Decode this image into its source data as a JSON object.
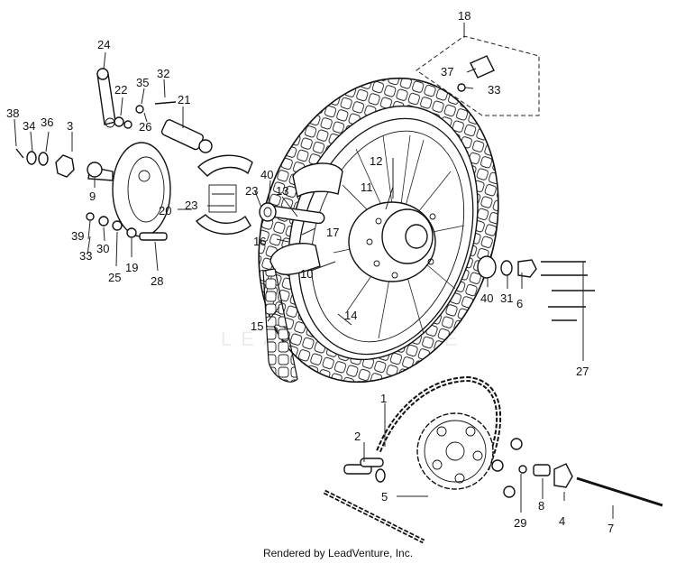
{
  "callouts": [
    {
      "id": "c1",
      "text": "1"
    },
    {
      "id": "c2",
      "text": "2"
    },
    {
      "id": "c3",
      "text": "3"
    },
    {
      "id": "c4",
      "text": "4"
    },
    {
      "id": "c5",
      "text": "5"
    },
    {
      "id": "c6",
      "text": "6"
    },
    {
      "id": "c7",
      "text": "7"
    },
    {
      "id": "c8",
      "text": "8"
    },
    {
      "id": "c9",
      "text": "9"
    },
    {
      "id": "c10",
      "text": "10"
    },
    {
      "id": "c11",
      "text": "11"
    },
    {
      "id": "c12",
      "text": "12"
    },
    {
      "id": "c13",
      "text": "13"
    },
    {
      "id": "c14",
      "text": "14"
    },
    {
      "id": "c15",
      "text": "15"
    },
    {
      "id": "c16",
      "text": "16"
    },
    {
      "id": "c17",
      "text": "17"
    },
    {
      "id": "c18",
      "text": "18"
    },
    {
      "id": "c19",
      "text": "19"
    },
    {
      "id": "c20",
      "text": "20"
    },
    {
      "id": "c21",
      "text": "21"
    },
    {
      "id": "c22",
      "text": "22"
    },
    {
      "id": "c23a",
      "text": "23"
    },
    {
      "id": "c23b",
      "text": "23"
    },
    {
      "id": "c24",
      "text": "24"
    },
    {
      "id": "c25",
      "text": "25"
    },
    {
      "id": "c26",
      "text": "26"
    },
    {
      "id": "c27",
      "text": "27"
    },
    {
      "id": "c28",
      "text": "28"
    },
    {
      "id": "c29",
      "text": "29"
    },
    {
      "id": "c30",
      "text": "30"
    },
    {
      "id": "c31",
      "text": "31"
    },
    {
      "id": "c32",
      "text": "32"
    },
    {
      "id": "c33a",
      "text": "33"
    },
    {
      "id": "c33b",
      "text": "33"
    },
    {
      "id": "c34",
      "text": "34"
    },
    {
      "id": "c35",
      "text": "35"
    },
    {
      "id": "c36",
      "text": "36"
    },
    {
      "id": "c37",
      "text": "37"
    },
    {
      "id": "c38",
      "text": "38"
    },
    {
      "id": "c39",
      "text": "39"
    },
    {
      "id": "c40a",
      "text": "40"
    },
    {
      "id": "c40b",
      "text": "40"
    }
  ],
  "watermark": "LEADVENTURE",
  "footer": "Rendered by LeadVenture, Inc."
}
